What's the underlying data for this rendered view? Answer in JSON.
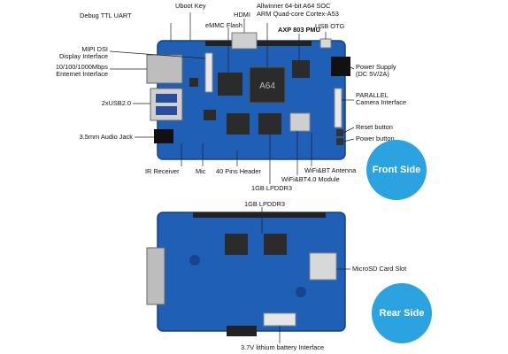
{
  "front_labels": {
    "uboot_key": "Uboot Key",
    "debug_uart": "Debug TTL UART",
    "emmc_flash": "eMMC Flash",
    "hdmi": "HDMI",
    "soc_line1": "Allwinner 64-bit A64 SOC",
    "soc_line2": "ARM Quad-core Cortex-A53",
    "axp_pmu": "AXP 803 PMU",
    "usb_otg": "USB OTG",
    "mipi_line1": "MIPI DSI",
    "mipi_line2": "Display Interface",
    "ethernet_line1": "10/100/1000Mbps",
    "ethernet_line2": "Enternet Interface",
    "power_line1": "Power Supply",
    "power_line2": "(DC 5V/2A)",
    "parallel_line1": "PARALLEL",
    "parallel_line2": "Camera Interface",
    "usb2": "2xUSB2.0",
    "reset_button": "Reset button",
    "power_button": "Power button",
    "audio_jack": "3.5mm Audio Jack",
    "ir_receiver": "IR Receiver",
    "mic": "Mic",
    "pins_header": "40 Pins Header",
    "lpddr3_front": "1GB LPDDR3",
    "wifi_antenna": "WiFi&BT Antenna",
    "wifi_module": "WiFi&BT4.0 Module",
    "soc_chip_mark": "A64"
  },
  "rear_labels": {
    "lpddr3_rear": "1GB LPDDR3",
    "microsd": "MicroSD Card Slot",
    "battery": "3.7V lithium battery Interface"
  },
  "badges": {
    "front": "Front Side",
    "rear": "Rear Side"
  },
  "colors": {
    "board_blue": "#1f5fb6",
    "board_dark": "#17468c",
    "badge_blue": "#2aa3e0"
  }
}
